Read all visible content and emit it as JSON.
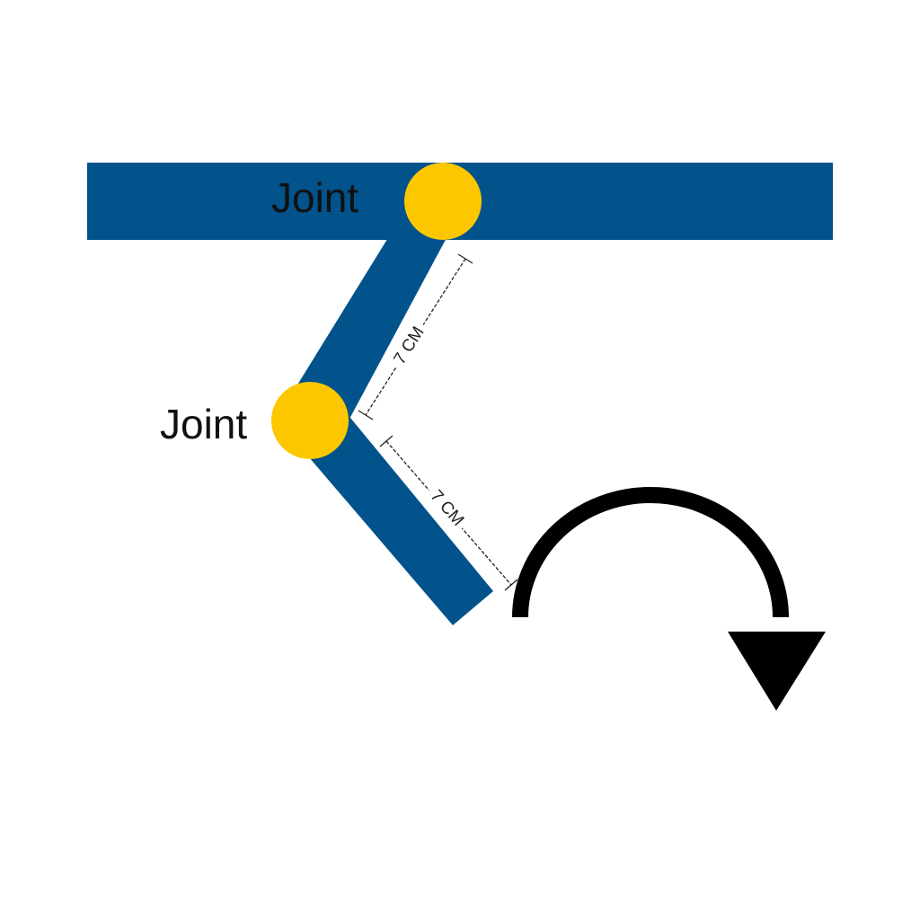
{
  "colors": {
    "background": "#ffffff",
    "beam": "#02538b",
    "joint": "#fdc700",
    "arrow": "#000000",
    "label_text": "#111111",
    "dimension_line": "#222222"
  },
  "labels": {
    "top_joint": "Joint",
    "middle_joint": "Joint"
  },
  "dimensions": {
    "upper_link": "7 CM",
    "lower_link": "7 CM"
  },
  "icons": {
    "rotation": "curved-arrow-clockwise-icon"
  }
}
